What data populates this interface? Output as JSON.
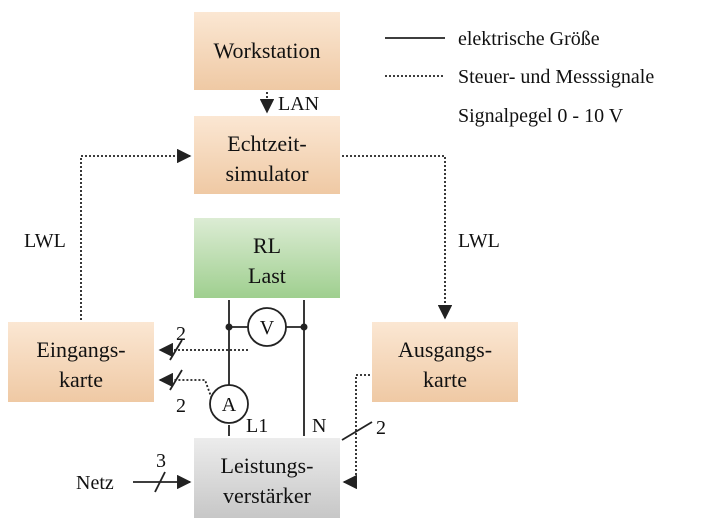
{
  "colors": {
    "box_orange_top": "#fbe7d3",
    "box_orange_bottom": "#efc9a4",
    "box_green_top": "#dcecd4",
    "box_green_bottom": "#9fcf8f",
    "box_gray_top": "#ececec",
    "box_gray_bottom": "#c7c7c7",
    "line": "#222222"
  },
  "legend": {
    "solid": "elektrische Größe",
    "dotted": "Steuer- und Messsignale",
    "level": "Signalpegel 0 - 10 V"
  },
  "boxes": {
    "workstation": {
      "lines": [
        "Workstation"
      ]
    },
    "simulator": {
      "lines": [
        "Echtzeit-",
        "simulator"
      ]
    },
    "load": {
      "lines": [
        "RL",
        "Last"
      ]
    },
    "input_card": {
      "lines": [
        "Eingangs-",
        "karte"
      ]
    },
    "output_card": {
      "lines": [
        "Ausgangs-",
        "karte"
      ]
    },
    "amplifier": {
      "lines": [
        "Leistungs-",
        "verstärker"
      ]
    }
  },
  "labels": {
    "lan": "LAN",
    "lwl_left": "LWL",
    "lwl_right": "LWL",
    "voltmeter": "V",
    "ammeter": "A",
    "l1": "L1",
    "n": "N",
    "bus_v": "2",
    "bus_a": "2",
    "bus_out": "2",
    "bus_netz": "3",
    "netz": "Netz"
  }
}
